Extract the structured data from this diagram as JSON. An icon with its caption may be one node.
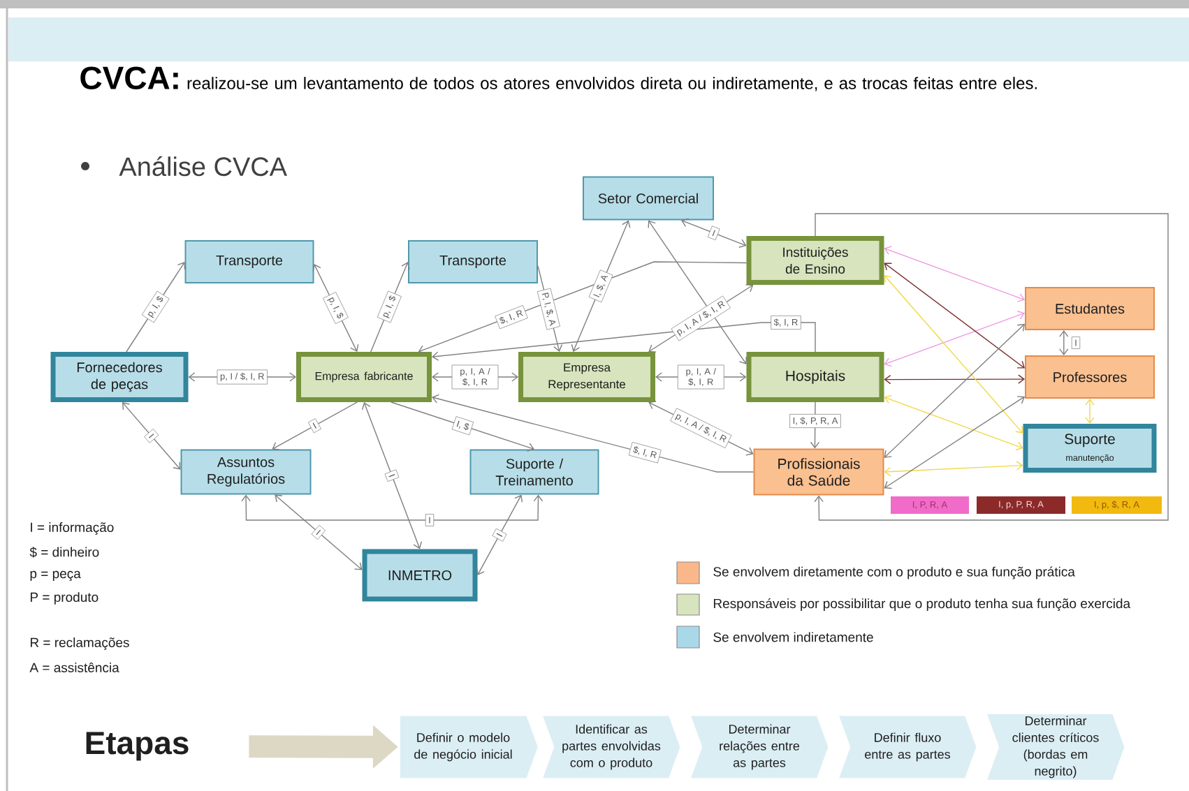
{
  "diagram": {
    "nodes": [
      {
        "text": [
          "Setor Comercial"
        ]
      },
      {
        "text": [
          "Transporte"
        ]
      },
      {
        "text": [
          "Transporte"
        ]
      },
      {
        "text": [
          "Instituições de Ensino"
        ]
      },
      {
        "text": [
          "Estudantes"
        ]
      },
      {
        "text": [
          "Fornecedores de peças"
        ]
      },
      {
        "text": [
          "Empresa fabricante"
        ]
      },
      {
        "text": [
          "Empresa Representante"
        ]
      },
      {
        "text": [
          "Hospitais"
        ]
      },
      {
        "text": [
          "Professores"
        ]
      },
      {
        "text": [
          "Assuntos Regulatórios"
        ]
      },
      {
        "text": [
          "Suporte / Treinamento"
        ]
      },
      {
        "text": [
          "Profissionais da Saúde"
        ]
      },
      {
        "text": [
          "Suporte",
          "manutenção"
        ]
      },
      {
        "text": [
          "INMETRO"
        ]
      },
      {
        "text": [
          "Etapas"
        ]
      },
      {
        "text": [
          "Definir o modelo de negócio inicial"
        ]
      },
      {
        "text": [
          "Identificar as partes envolvidas com o produto"
        ]
      },
      {
        "text": [
          "Determinar relações entre as partes"
        ]
      },
      {
        "text": [
          "Definir fluxo entre as partes"
        ]
      },
      {
        "text": [
          "Determinar clientes críticos (bordas em negrito)"
        ]
      }
    ],
    "edges": [
      {
        "from": 5,
        "to": 1,
        "arrow": "to",
        "label": "p, I, $"
      },
      {
        "from": 1,
        "to": 6,
        "arrow": "both",
        "label": "p, I, $"
      },
      {
        "from": 6,
        "to": 2,
        "arrow": "to",
        "label": "p, I, $"
      },
      {
        "from": 2,
        "to": 7,
        "arrow": "to",
        "label": "P, I, $, A"
      },
      {
        "from": 7,
        "to": 0,
        "arrow": "both",
        "label": "I, $, A"
      },
      {
        "from": 0,
        "to": 3,
        "arrow": "both",
        "label": "I"
      },
      {
        "from": 3,
        "to": 6,
        "arrow": "to",
        "label": "$, I, R"
      },
      {
        "from": 7,
        "to": 3,
        "arrow": "both",
        "label": "p, I, A / $, I, R"
      },
      {
        "from": 0,
        "to": 8,
        "arrow": "both"
      },
      {
        "from": 8,
        "to": 6,
        "arrow": "to",
        "label": "$, I, R"
      },
      {
        "from": 6,
        "to": 5,
        "arrow": "both",
        "label": "p, I / $, I, R"
      },
      {
        "from": 6,
        "to": 7,
        "arrow": "both",
        "label": "p, I, A / $, I, R"
      },
      {
        "from": 7,
        "to": 8,
        "arrow": "both",
        "label": "p, I, A / $, I, R"
      },
      {
        "from": 7,
        "to": 12,
        "arrow": "both",
        "label": "p, I, A / $, I, R"
      },
      {
        "from": 12,
        "to": 6,
        "arrow": "to",
        "label": "$, I, R"
      },
      {
        "from": 6,
        "to": 11,
        "arrow": "to",
        "label": "I, $"
      },
      {
        "from": 6,
        "to": 10,
        "arrow": "to",
        "label": "I"
      },
      {
        "from": 5,
        "to": 10,
        "arrow": "both",
        "label": "I"
      },
      {
        "from": 14,
        "to": 6,
        "arrow": "both",
        "label": "I"
      },
      {
        "from": 14,
        "to": 10,
        "arrow": "both",
        "label": "I"
      },
      {
        "from": 14,
        "to": 11,
        "arrow": "both",
        "label": "I"
      },
      {
        "from": 11,
        "to": 10,
        "arrow": "both",
        "label": "I"
      },
      {
        "from": 8,
        "to": 12,
        "arrow": "to",
        "label": "I, $, P, R, A"
      },
      {
        "from": 3,
        "to": 12,
        "arrow": "to"
      },
      {
        "from": 3,
        "to": 4,
        "arrow": "both",
        "color": "#f09ae0"
      },
      {
        "from": 4,
        "to": 8,
        "arrow": "both",
        "color": "#f09ae0"
      },
      {
        "from": 3,
        "to": 9,
        "arrow": "both",
        "color": "#7b2d2d"
      },
      {
        "from": 8,
        "to": 9,
        "arrow": "both",
        "color": "#7b2d2d"
      },
      {
        "from": 3,
        "to": 13,
        "arrow": "both",
        "color": "#f0d848"
      },
      {
        "from": 8,
        "to": 13,
        "arrow": "both",
        "color": "#f0d848"
      },
      {
        "from": 12,
        "to": 13,
        "arrow": "both",
        "color": "#f0d848"
      },
      {
        "from": 9,
        "to": 13,
        "arrow": "both",
        "color": "#f0d848"
      },
      {
        "from": 12,
        "to": 4,
        "arrow": "both"
      },
      {
        "from": 12,
        "to": 9,
        "arrow": "both"
      },
      {
        "from": 4,
        "to": 9,
        "arrow": "both",
        "label": "I"
      },
      {
        "from": 15,
        "to": 16,
        "arrow": "to",
        "style": "thick",
        "color": "#ddd8c4"
      }
    ],
    "labels": [
      "CVCA:",
      "realizou-se um levantamento de todos os atores envolvidos direta ou indiretamente, e as trocas feitas entre eles.",
      "Análise CVCA",
      "I = informação",
      "$ = dinheiro",
      "p = peça",
      "P = produto",
      "R = reclamações",
      "A = assistência"
    ],
    "legend": [
      {
        "text": "I, P, R, A",
        "color": "#f06cc8"
      },
      {
        "text": "I, p, P, R, A",
        "color": "#8c2a2a"
      },
      {
        "text": "I, p, $, R, A",
        "color": "#f2b90f"
      },
      {
        "text": "Se envolvem diretamente com o produto e sua função prática",
        "color": "#fab88a"
      },
      {
        "text": "Responsáveis por possibilitar que o produto tenha sua função exercida",
        "color": "#d7e4bd"
      },
      {
        "text": "Se envolvem indiretamente",
        "color": "#a9d8e8"
      }
    ]
  }
}
